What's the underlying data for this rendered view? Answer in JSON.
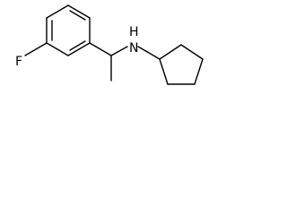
{
  "molecule": {
    "atoms": {
      "fluorine": "F",
      "amine_nitrogen": "N",
      "amine_hydrogen": "H"
    },
    "colors": {
      "bond": "#000000",
      "label": "#000000",
      "background": "#ffffff"
    }
  }
}
